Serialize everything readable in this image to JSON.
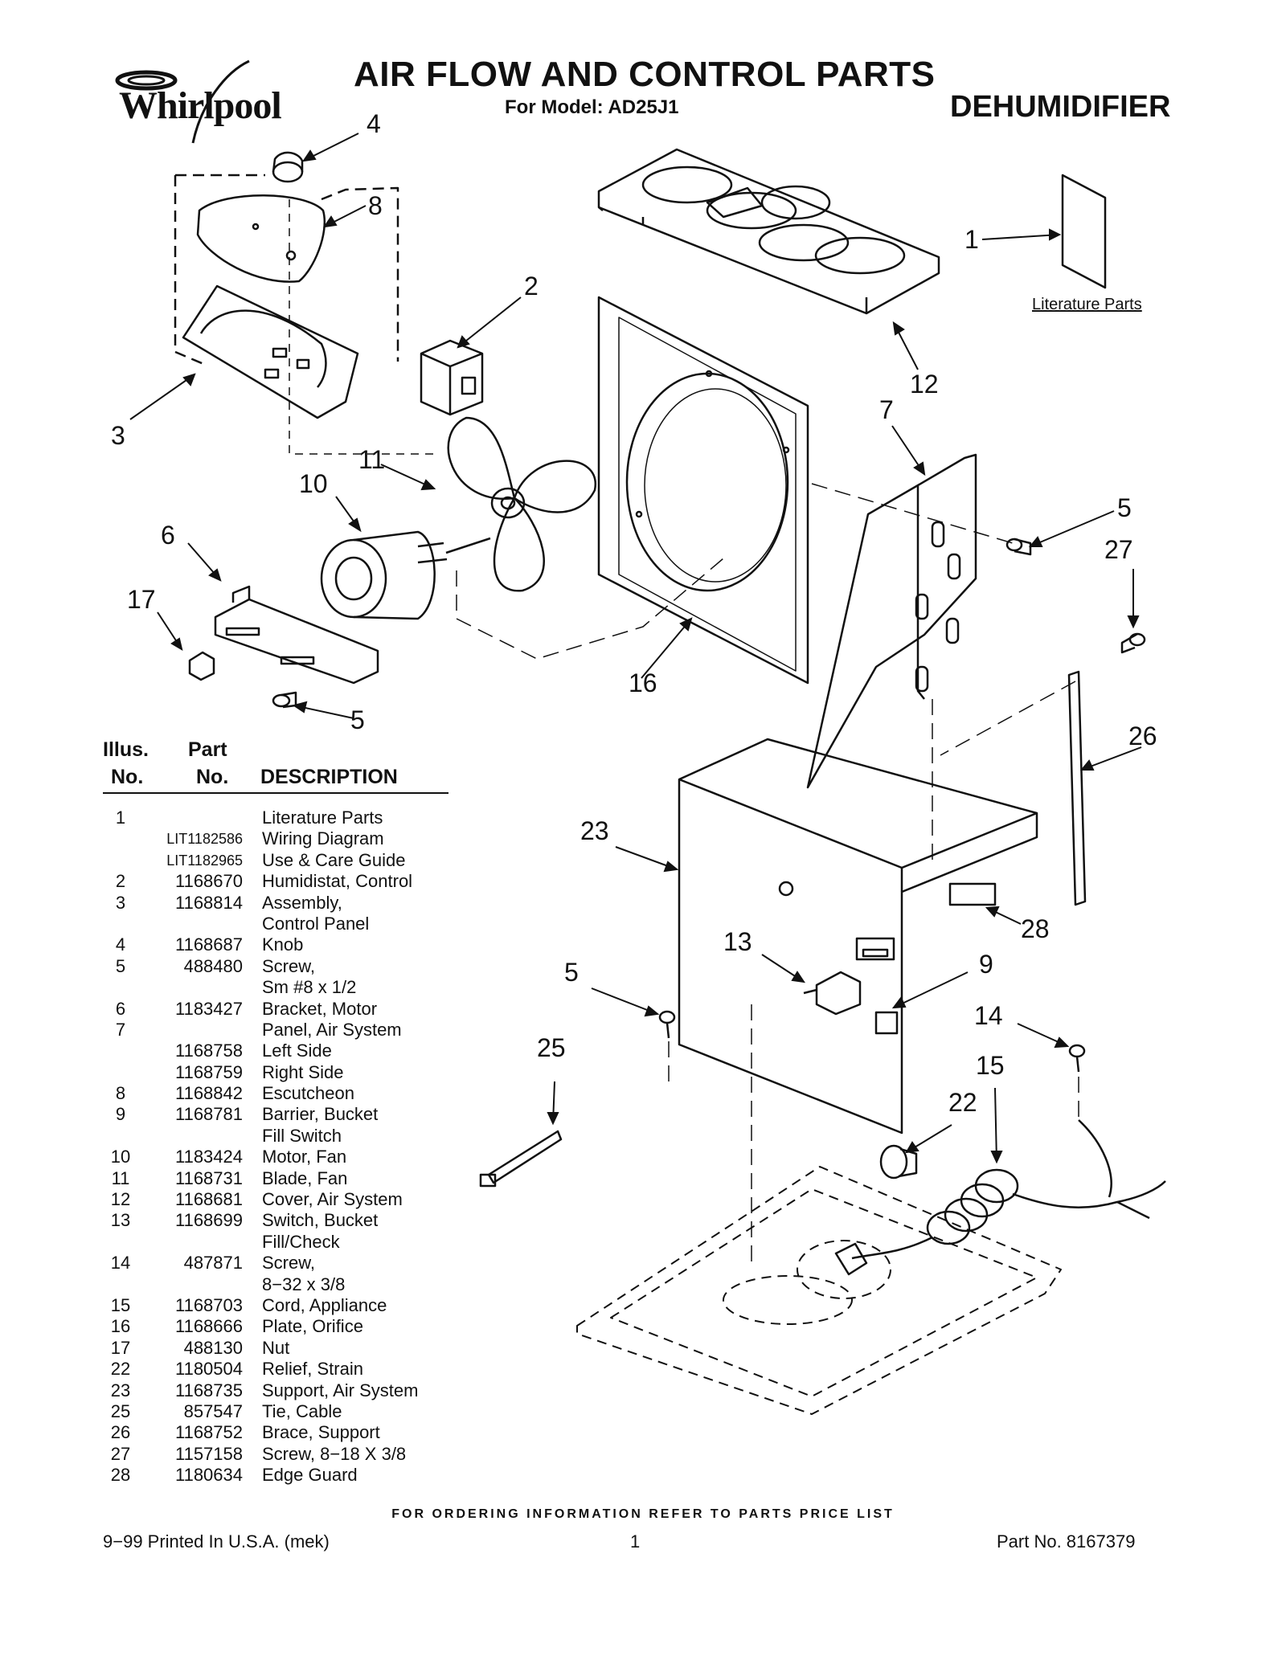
{
  "brand": "Whirlpool",
  "title": "AIR FLOW AND CONTROL PARTS",
  "model": "For Model: AD25J1",
  "product": "DEHUMIDIFIER",
  "literature_label": "Literature Parts",
  "callouts": [
    "4",
    "8",
    "2",
    "1",
    "3",
    "12",
    "7",
    "11",
    "10",
    "5",
    "27",
    "6",
    "17",
    "16",
    "5",
    "26",
    "23",
    "28",
    "13",
    "9",
    "5",
    "14",
    "25",
    "15",
    "22"
  ],
  "table": {
    "headers": {
      "illus_1": "Illus.",
      "illus_2": "No.",
      "part_1": "Part",
      "part_2": "No.",
      "desc": "DESCRIPTION"
    },
    "rows": [
      {
        "illus": "1",
        "part": "",
        "desc": "Literature Parts"
      },
      {
        "illus": "",
        "part": "LIT1182586",
        "desc": "Wiring Diagram"
      },
      {
        "illus": "",
        "part": "LIT1182965",
        "desc": "Use & Care Guide"
      },
      {
        "illus": "2",
        "part": "1168670",
        "desc": "Humidistat, Control"
      },
      {
        "illus": "3",
        "part": "1168814",
        "desc": "Assembly,"
      },
      {
        "illus": "",
        "part": "",
        "desc": "Control Panel"
      },
      {
        "illus": "4",
        "part": "1168687",
        "desc": "Knob"
      },
      {
        "illus": "5",
        "part": "488480",
        "desc": "Screw,"
      },
      {
        "illus": "",
        "part": "",
        "desc": "Sm #8 x 1/2"
      },
      {
        "illus": "6",
        "part": "1183427",
        "desc": "Bracket, Motor"
      },
      {
        "illus": "7",
        "part": "",
        "desc": "Panel, Air System"
      },
      {
        "illus": "",
        "part": "1168758",
        "desc": "Left Side"
      },
      {
        "illus": "",
        "part": "1168759",
        "desc": "Right Side"
      },
      {
        "illus": "8",
        "part": "1168842",
        "desc": "Escutcheon"
      },
      {
        "illus": "9",
        "part": "1168781",
        "desc": "Barrier, Bucket"
      },
      {
        "illus": "",
        "part": "",
        "desc": "Fill Switch"
      },
      {
        "illus": "10",
        "part": "1183424",
        "desc": "Motor, Fan"
      },
      {
        "illus": "11",
        "part": "1168731",
        "desc": "Blade, Fan"
      },
      {
        "illus": "12",
        "part": "1168681",
        "desc": "Cover, Air System"
      },
      {
        "illus": "13",
        "part": "1168699",
        "desc": "Switch, Bucket"
      },
      {
        "illus": "",
        "part": "",
        "desc": "Fill/Check"
      },
      {
        "illus": "14",
        "part": "487871",
        "desc": "Screw,"
      },
      {
        "illus": "",
        "part": "",
        "desc": "8−32 x 3/8"
      },
      {
        "illus": "15",
        "part": "1168703",
        "desc": "Cord, Appliance"
      },
      {
        "illus": "16",
        "part": "1168666",
        "desc": "Plate, Orifice"
      },
      {
        "illus": "17",
        "part": "488130",
        "desc": "Nut"
      },
      {
        "illus": "22",
        "part": "1180504",
        "desc": "Relief, Strain"
      },
      {
        "illus": "23",
        "part": "1168735",
        "desc": "Support, Air System"
      },
      {
        "illus": "25",
        "part": "857547",
        "desc": "Tie, Cable"
      },
      {
        "illus": "26",
        "part": "1168752",
        "desc": "Brace, Support"
      },
      {
        "illus": "27",
        "part": "1157158",
        "desc": "Screw, 8−18 X 3/8"
      },
      {
        "illus": "28",
        "part": "1180634",
        "desc": "Edge Guard"
      }
    ]
  },
  "ordering_note": "FOR ORDERING INFORMATION REFER TO PARTS PRICE LIST",
  "footer": {
    "left": "9−99 Printed In U.S.A. (mek)",
    "page": "1",
    "right": "Part No. 8167379"
  }
}
